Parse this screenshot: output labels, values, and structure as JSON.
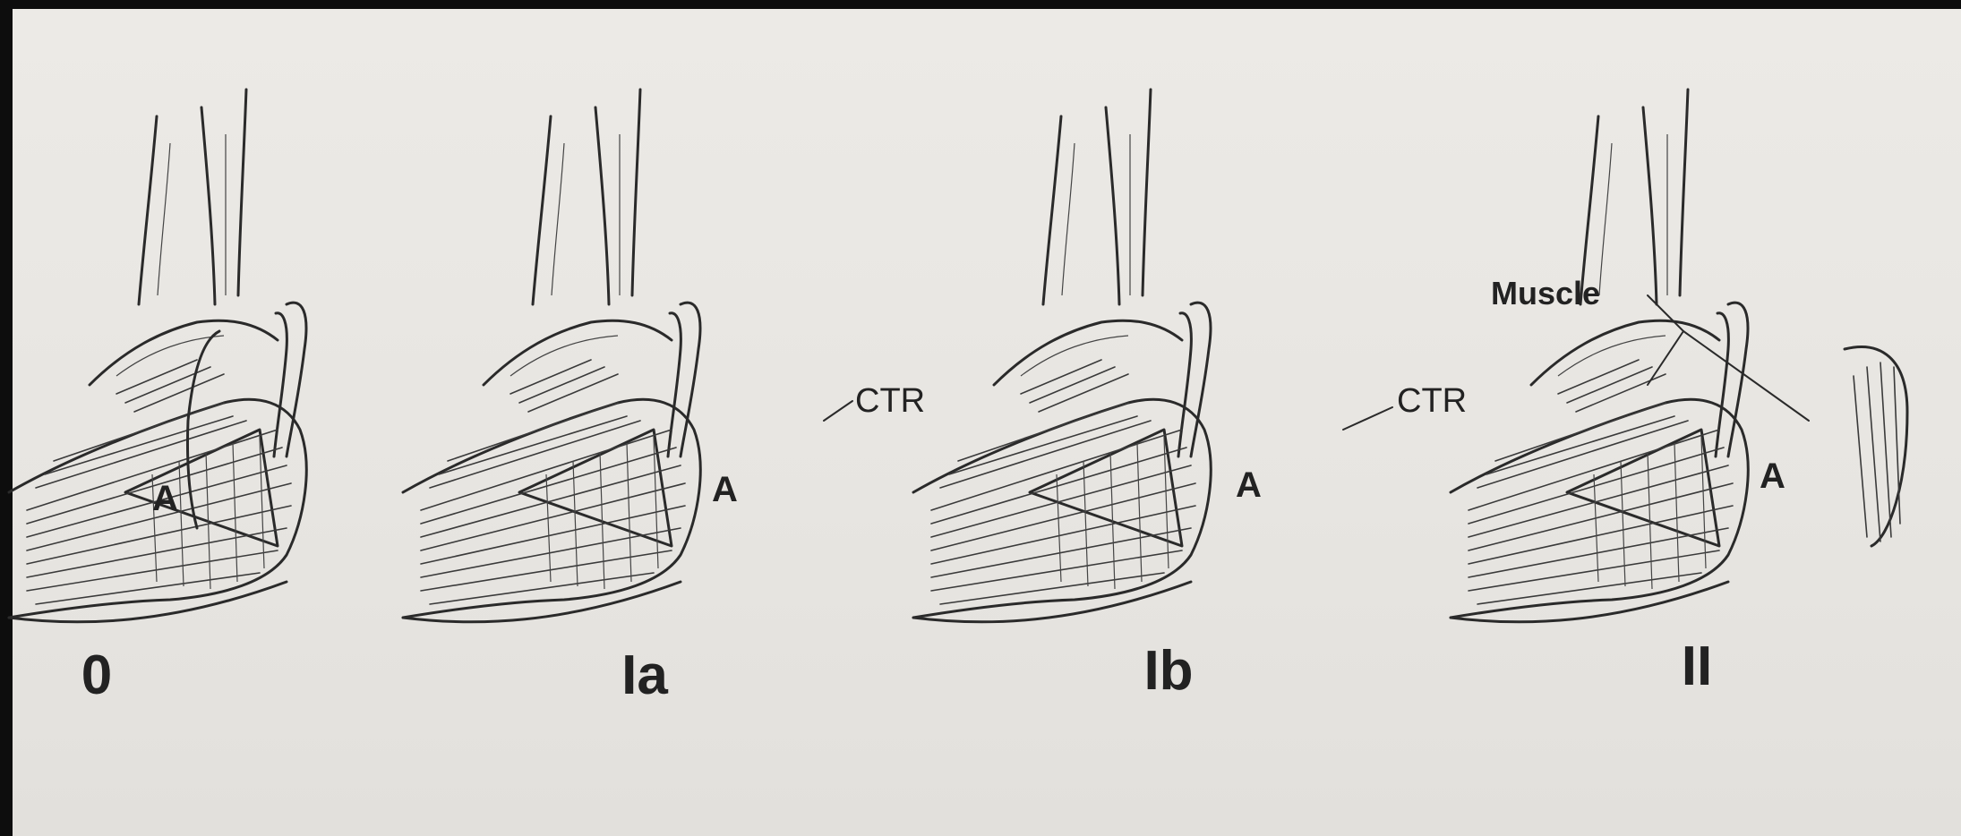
{
  "panels": [
    {
      "id": "0",
      "caption": "0",
      "region_label": "A",
      "callout": ""
    },
    {
      "id": "Ia",
      "caption": "Ia",
      "region_label": "A",
      "callout": "CTR"
    },
    {
      "id": "Ib",
      "caption": "Ib",
      "region_label": "A",
      "callout": "CTR"
    },
    {
      "id": "II",
      "caption": "II",
      "region_label": "A",
      "callout": "Muscle"
    }
  ]
}
